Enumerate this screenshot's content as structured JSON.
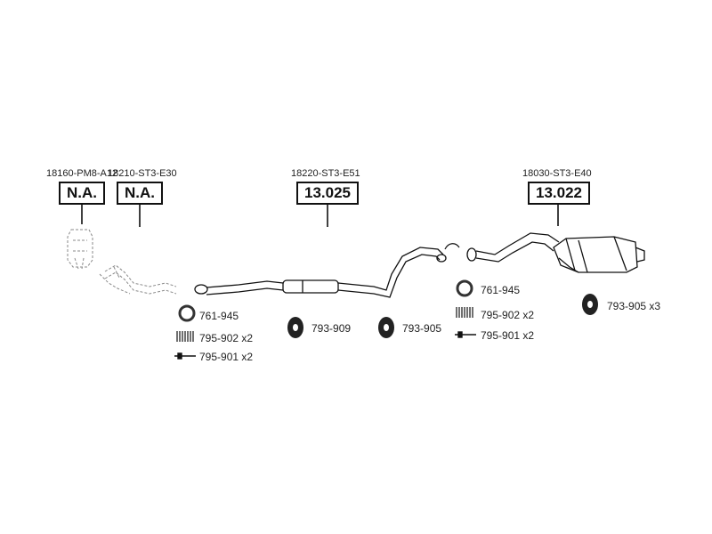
{
  "parts": {
    "p1": {
      "oe": "18160-PM8-A12",
      "code": "N.A."
    },
    "p2": {
      "oe": "18210-ST3-E30",
      "code": "N.A."
    },
    "p3": {
      "oe": "18220-ST3-E51",
      "code": "13.025"
    },
    "p4": {
      "oe": "18030-ST3-E40",
      "code": "13.022"
    }
  },
  "accessories": {
    "a1": "761-945",
    "a2": "795-902 x2",
    "a3": "795-901 x2",
    "a4": "793-909",
    "a5": "793-905",
    "a6": "761-945",
    "a7": "795-902 x2",
    "a8": "795-901 x2",
    "a9": "793-905 x3"
  },
  "icons": {
    "gasket": "gasket-ring-icon",
    "spring": "spring-icon",
    "bolt": "bolt-icon",
    "mount": "rubber-mount-icon"
  },
  "colors": {
    "line": "#111111",
    "faded": "#8a8a8a"
  }
}
